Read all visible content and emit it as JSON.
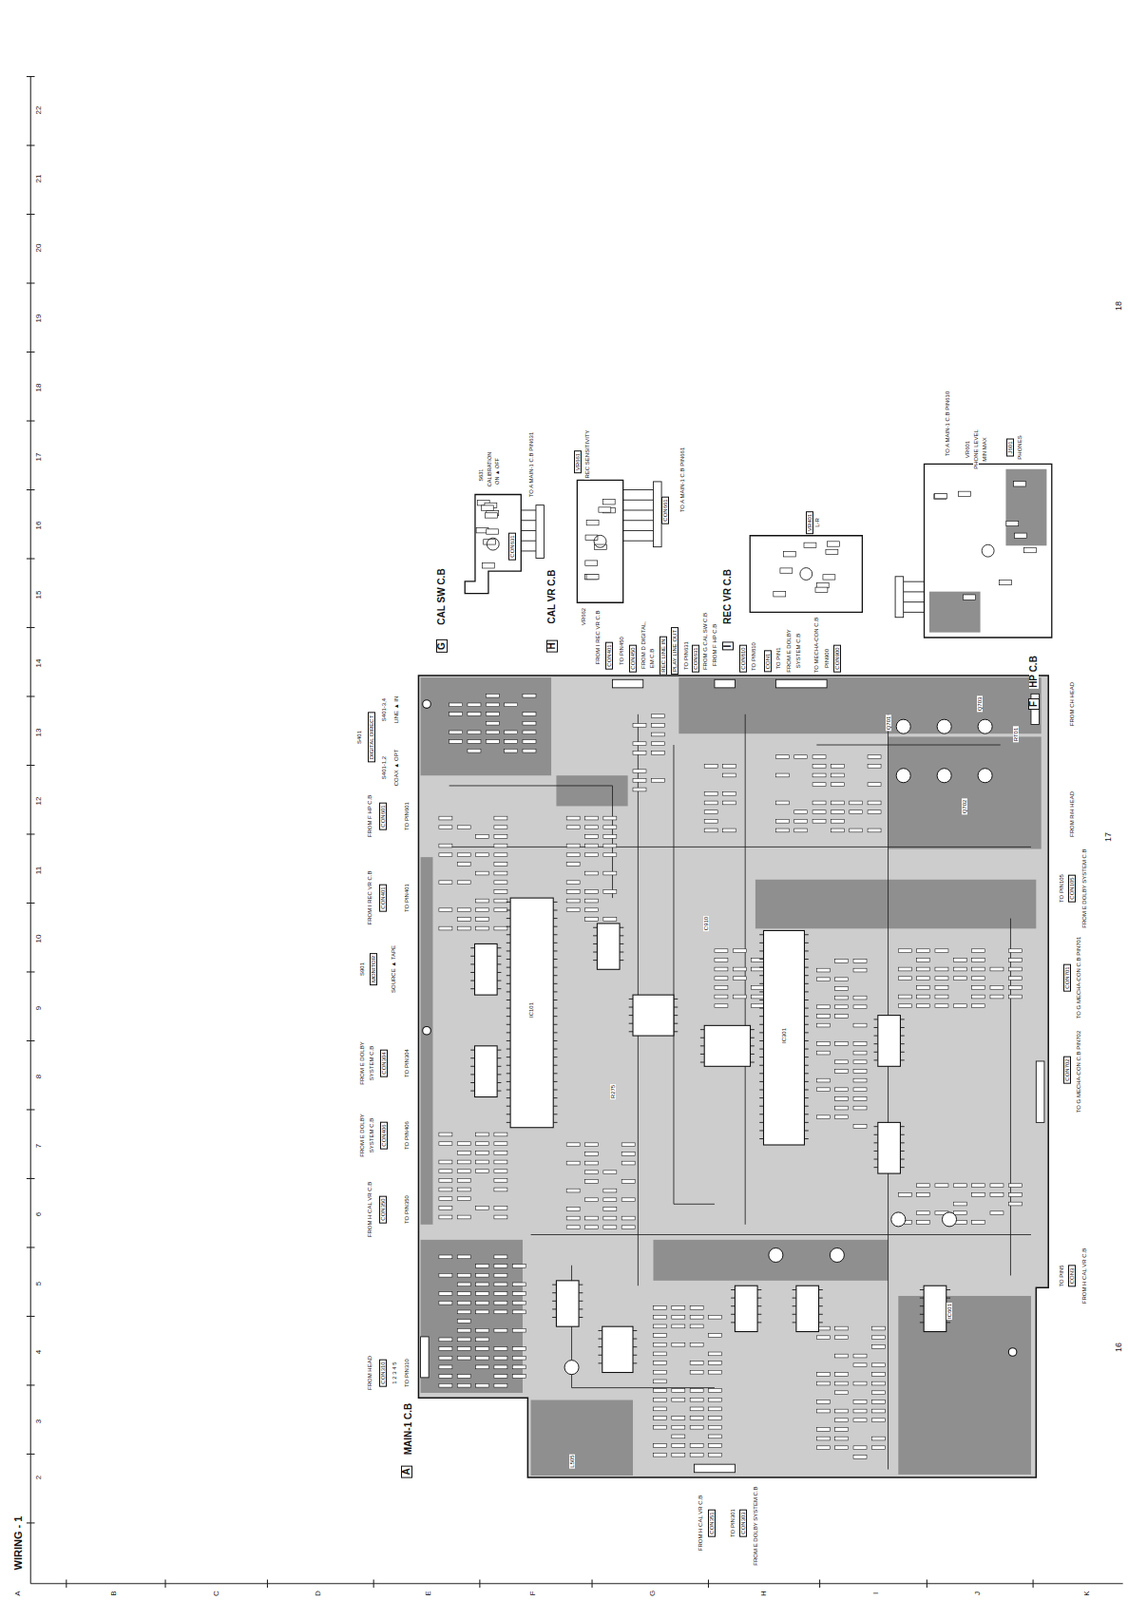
{
  "diagram": {
    "title": "WIRING - 1",
    "nodes": [
      {
        "text": [
          "A",
          "MAIN-1 C.B"
        ]
      },
      {
        "text": [
          "G",
          "CAL SW C.B"
        ]
      },
      {
        "text": [
          "H",
          "CAL VR C.B"
        ]
      },
      {
        "text": [
          "I",
          "REC VR C.B"
        ]
      },
      {
        "text": [
          "F",
          "HP C.B"
        ]
      }
    ],
    "labels": [
      "22",
      "21",
      "20",
      "19",
      "18",
      "17",
      "16",
      "15",
      "14",
      "13",
      "12",
      "11",
      "10",
      "9",
      "8",
      "7",
      "6",
      "5",
      "4",
      "3",
      "2",
      "A",
      "B",
      "C",
      "D",
      "E",
      "F",
      "G",
      "H",
      "I",
      "J",
      "K",
      "18",
      "17",
      "16",
      "FROM HEAD",
      "CON310",
      "1 2 3 4 5",
      "TO PIN310",
      "FROM H CAL VR C.B",
      "CON350",
      "TO PIN350",
      "FROM E DOLBY",
      "SYSTEM C.B",
      "CON406",
      "TO PIN406",
      "FROM E DOLBY",
      "SYSTEM C.B",
      "CON304",
      "TO PIN304",
      "S901",
      "MONITOR",
      "SOURCE ▲ TAPE",
      "FROM I REC VR C.B",
      "CON401",
      "TO PIN401",
      "FROM F HP C.B",
      "CON601",
      "TO PIN601",
      "S401",
      "DIGITAL DIRECT",
      "S401-1,2",
      "COAX ▲ OPT",
      "S401-3,4",
      "LINE ▲ IN",
      "FROM I REC VR C.B",
      "CON401",
      "TO PIN450",
      "CON450",
      "FROM D DIGITAL,",
      "EM C.B",
      "REC LINE IN",
      "PLAY LINE OUT",
      "TO PIN631",
      "CON631",
      "FROM G CAL SW C.B",
      "FROM F HP C.B",
      "CON810",
      "TO PIN810",
      "CON1",
      "TO PIN1",
      "FROM E DOLBY",
      "SYSTEM C.B",
      "TO MECHA-CON C.B",
      "PIN900",
      "CON900",
      "FROM CH HEAD",
      "FROM R/H HEAD",
      "TO PIN105",
      "CON105",
      "FROM E DOLBY SYSTEM C.B",
      "CON701",
      "TO G MECHA-CON C.B PIN701",
      "CON702",
      "TO G MECHA-CON C.B PIN702",
      "TO PIN5",
      "CON3",
      "FROM H CAL VR C.B",
      "FROM H CAL VR C.B",
      "CON351",
      "TO PIN301",
      "CON303",
      "FROM E DOLBY SYSTEM C.B",
      "S631",
      "CALIBRATION",
      "ON ▲ OFF",
      "CON631",
      "TO A MAIN-1 C.B PIN631",
      "VR661",
      "REC SENSITIVITY",
      "VR662",
      "CON661",
      "TO A MAIN-1 C.B PIN661",
      "VR401",
      "L-R",
      "J601",
      "PHONES",
      "VR601",
      "PHONE LEVEL",
      "MIN  MAX",
      "TO A MAIN-1 C.B PIN610",
      "IC101",
      "IC301",
      "Q701",
      "Q702",
      "Q703",
      "RT01",
      "L505",
      "R275",
      "C910",
      "IC601"
    ]
  }
}
